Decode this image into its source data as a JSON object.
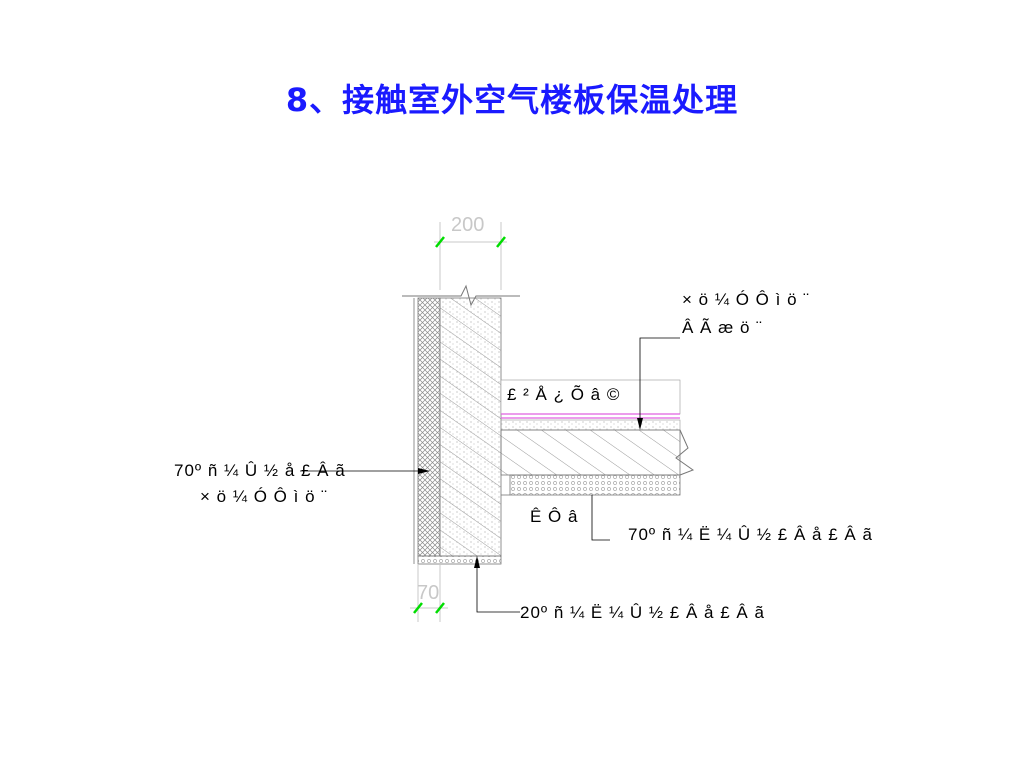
{
  "title": "8、接触室外空气楼板保温处理",
  "dimensions": {
    "top_width": "200",
    "bottom_width": "70"
  },
  "labels": {
    "upper_right_line1": "× ö ¼ Ó Ô ì ö ¨",
    "upper_right_line2": "Â Ã æ ö ¨",
    "floor_layer": "£ ² Å ¿ Õ â ©",
    "left_line1": "70º ñ ¼ Û ½ å £ Â ã",
    "left_line2": "× ö ¼ Ó Ô ì ö ¨",
    "under_slab": "Ê Ô â",
    "right_bottom": "70º ñ ¼ Ë ¼ Û ½ £ Â å £ Â ã",
    "bottom": "20º ñ ¼ Ë ¼ Û ½ £ Â å £ Â ã"
  },
  "colors": {
    "title": "#1a1aff",
    "dimension_tick": "#00dd00",
    "dimension_text": "#c8c8c8",
    "membrane": "#e060e0"
  }
}
